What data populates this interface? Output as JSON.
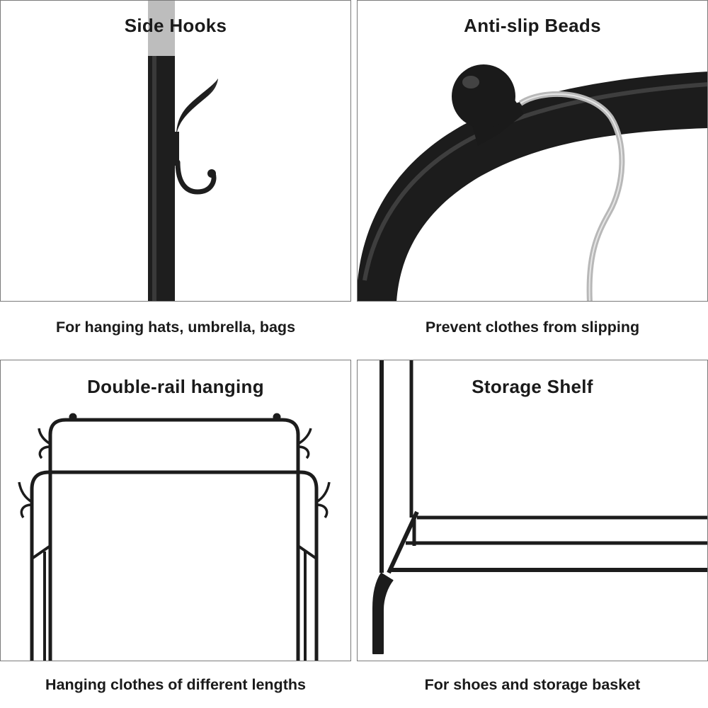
{
  "panels": [
    {
      "title": "Side Hooks",
      "caption": "For hanging hats, umbrella, bags"
    },
    {
      "title": "Anti-slip Beads",
      "caption": "Prevent clothes from slipping"
    },
    {
      "title": "Double-rail hanging",
      "caption": "Hanging clothes of different lengths"
    },
    {
      "title": "Storage Shelf",
      "caption": "For shoes and storage basket"
    }
  ],
  "colors": {
    "frame": "#1c1c1c",
    "border": "#7a7a7a",
    "hanger": "#b8b8b8"
  },
  "icons": [
    "side-hook-illustration",
    "anti-slip-bead-illustration",
    "double-rail-rack-illustration",
    "storage-shelf-illustration"
  ]
}
